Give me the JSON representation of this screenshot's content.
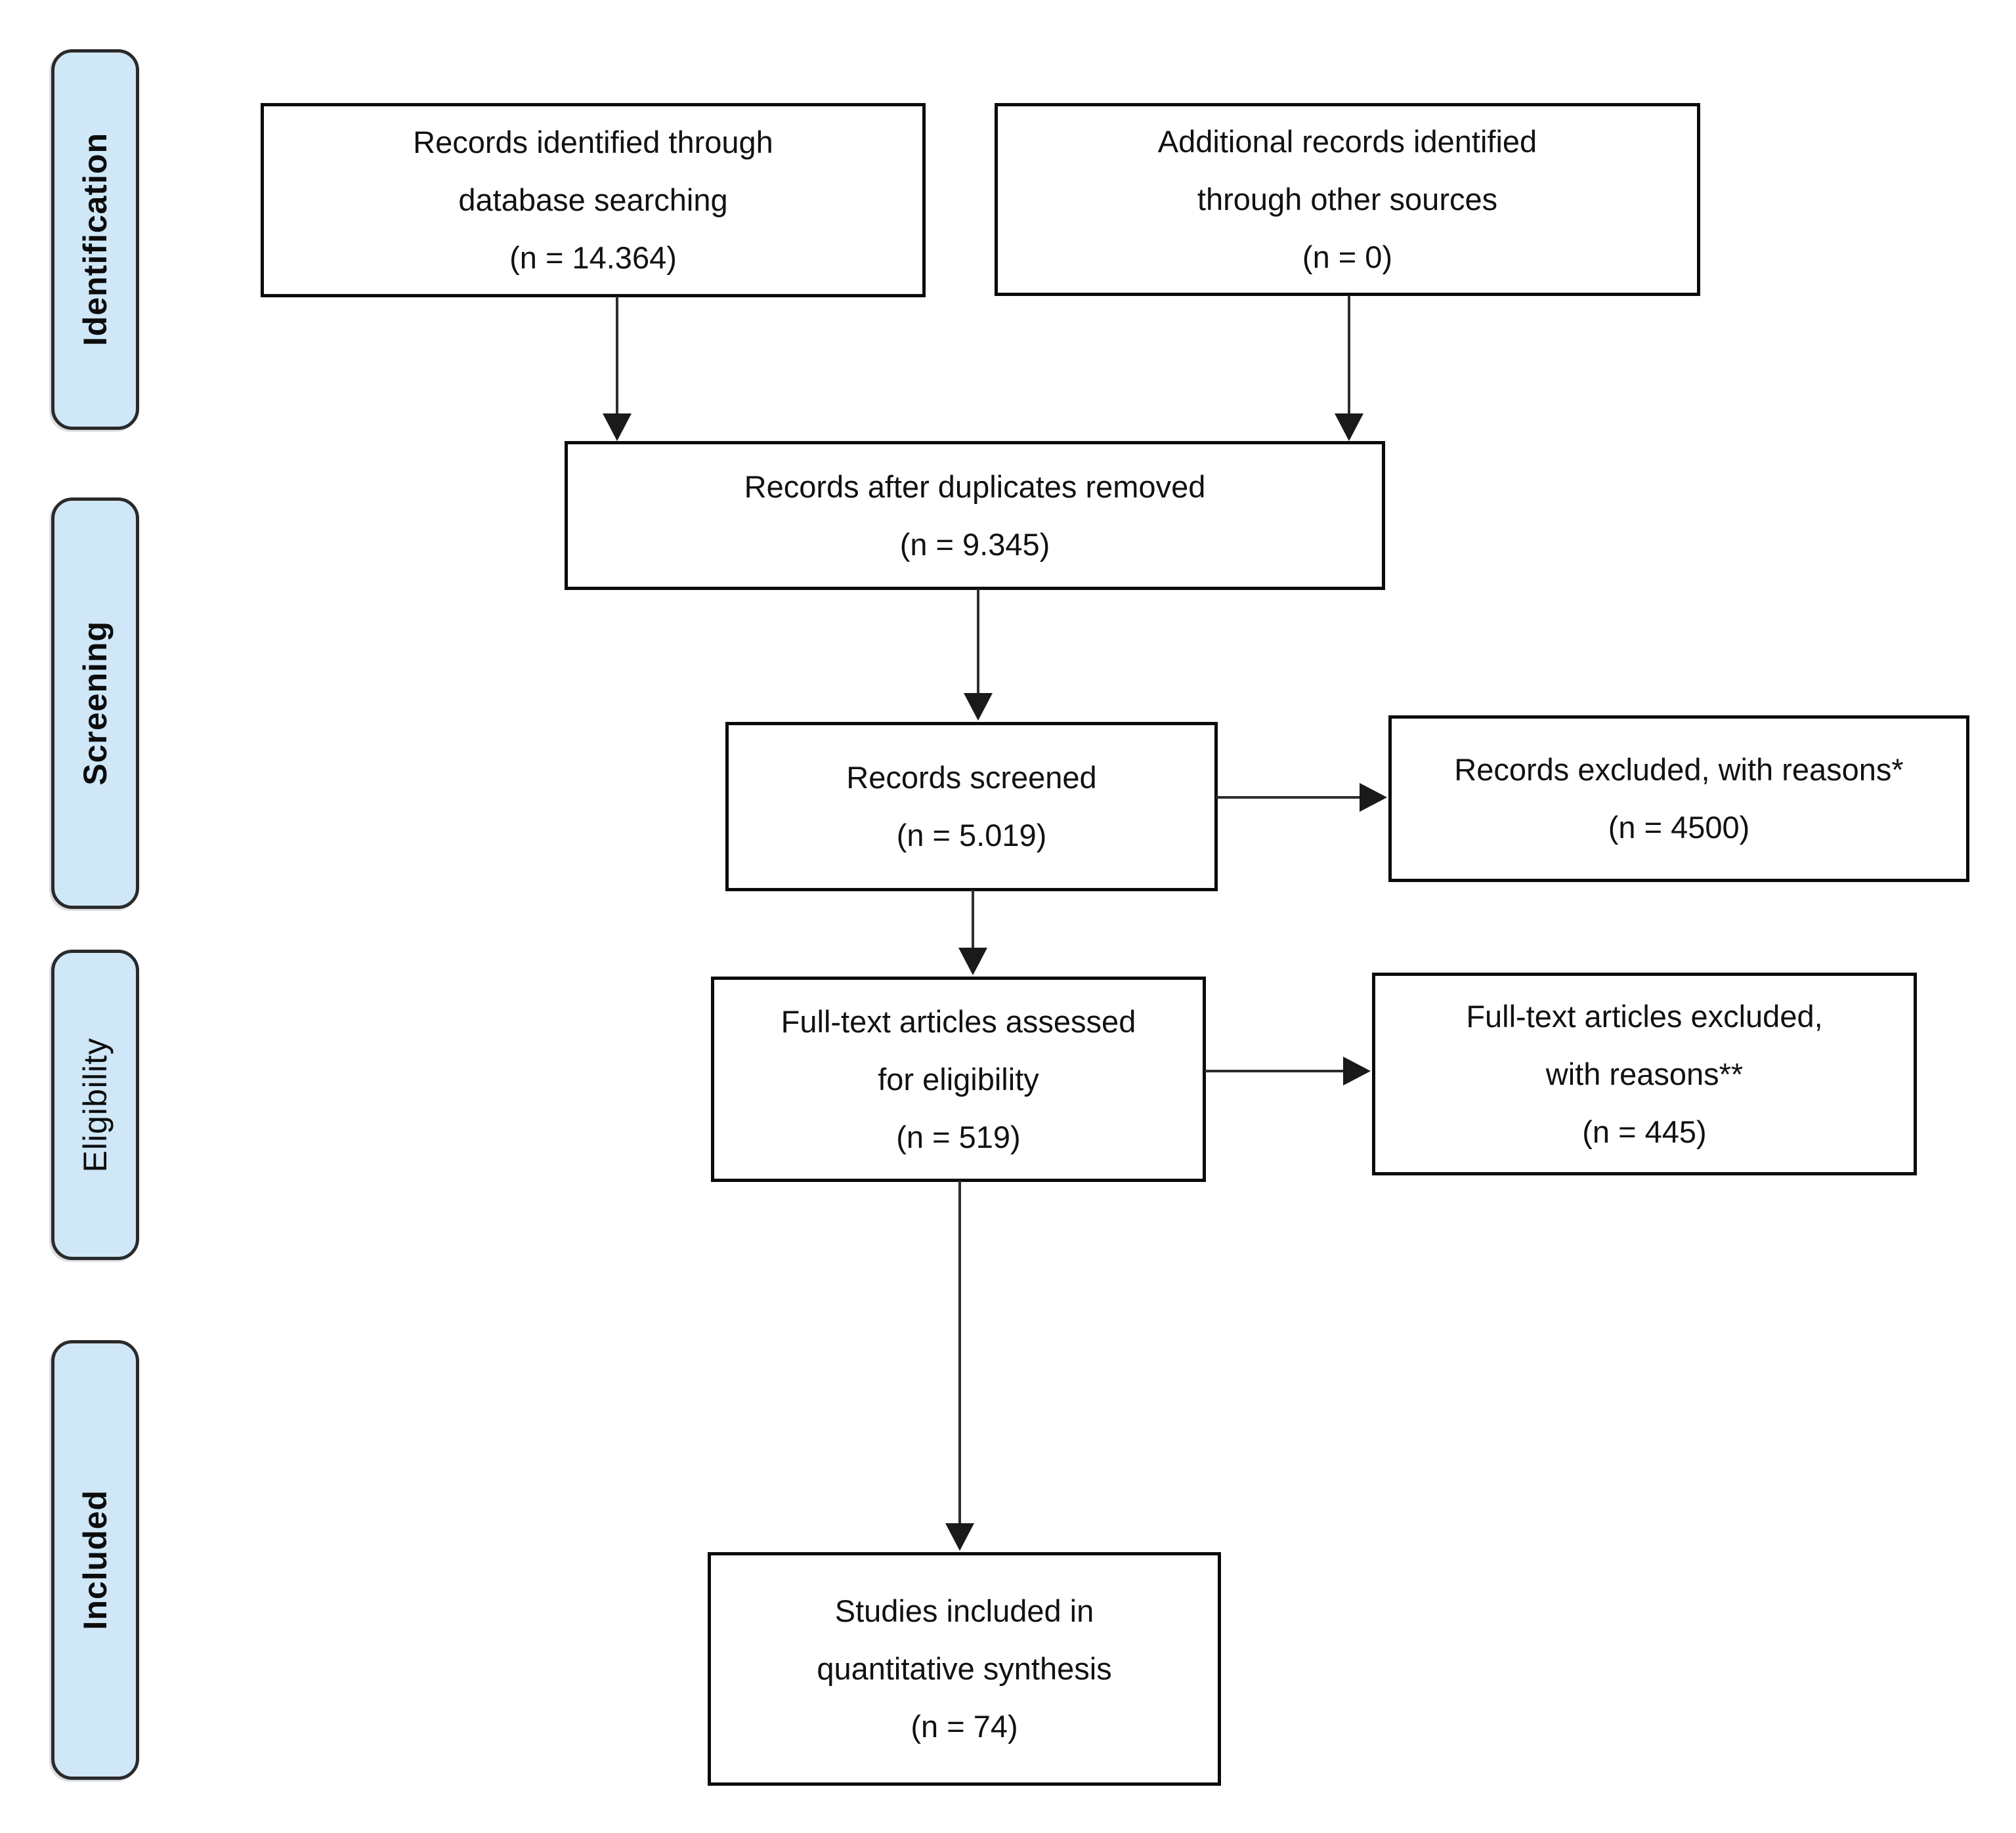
{
  "diagram": {
    "kind": "prisma-flow-diagram",
    "stages": [
      {
        "label": "Identification"
      },
      {
        "label": "Screening"
      },
      {
        "label": "Eligibility"
      },
      {
        "label": "Included"
      }
    ],
    "boxes": [
      {
        "name": "records-identified",
        "lines": [
          "Records identified through",
          "database searching",
          "(n = 14.364)"
        ]
      },
      {
        "name": "additional-records",
        "lines": [
          "Additional records identified",
          "through other sources",
          "(n = 0)"
        ]
      },
      {
        "name": "duplicates-removed",
        "lines": [
          "Records after duplicates removed",
          "(n = 9.345)"
        ]
      },
      {
        "name": "records-screened",
        "lines": [
          "Records screened",
          "(n = 5.019)"
        ]
      },
      {
        "name": "records-excluded",
        "lines": [
          "Records excluded, with reasons*",
          "(n = 4500)"
        ]
      },
      {
        "name": "fulltext-assessed",
        "lines": [
          "Full-text articles assessed",
          "for eligibility",
          "(n = 519)"
        ]
      },
      {
        "name": "fulltext-excluded",
        "lines": [
          "Full-text articles excluded,",
          "with reasons**",
          "(n = 445)"
        ]
      },
      {
        "name": "studies-included",
        "lines": [
          "Studies included in",
          "quantitative synthesis",
          "(n = 74)"
        ]
      }
    ],
    "colors": {
      "stage_fill": "#CFE7F7",
      "stage_border": "#2A2A2A",
      "box_fill": "#FFFFFF",
      "box_border": "#0B0B0B",
      "connector": "#2E2E2E",
      "text": "#111111",
      "background": "#FFFFFF"
    }
  }
}
